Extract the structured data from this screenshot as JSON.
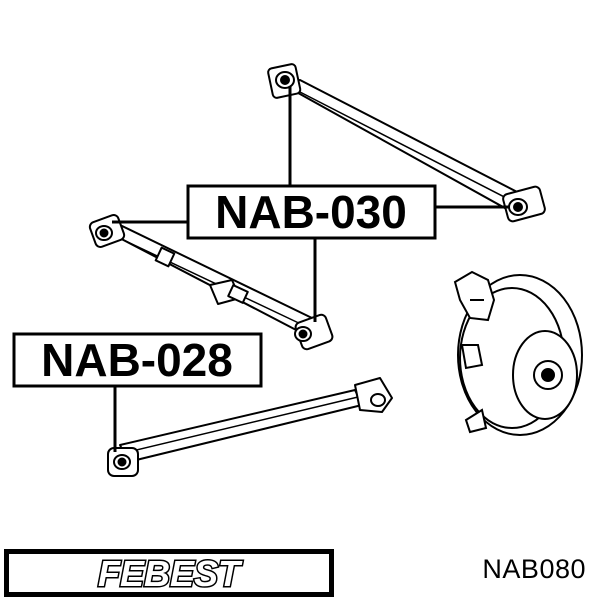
{
  "callouts": {
    "upper": "NAB-030",
    "lower": "NAB-028"
  },
  "brand": {
    "logo_text": "FEBEST"
  },
  "part_number": "NAB080"
}
